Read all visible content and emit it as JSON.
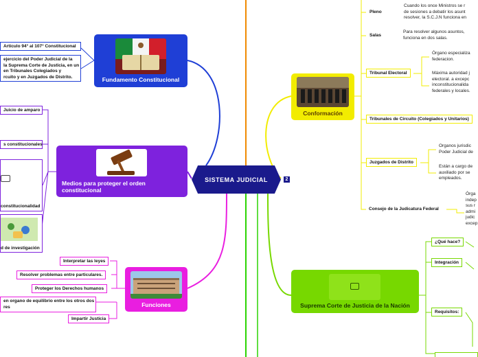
{
  "central": {
    "title": "SISTEMA JUDICIAL",
    "badge": "2"
  },
  "colors": {
    "central": "#1a1a8c",
    "blue": "#1f3fd6",
    "purple": "#7e22dd",
    "magenta": "#e91ee0",
    "yellow": "#f2ec00",
    "lime": "#77d800",
    "orange": "#f08a00",
    "green": "#2ad400"
  },
  "fundamento": {
    "title": "Fundamento Constitucional",
    "image_icon": "book-flag-image",
    "items": [
      "Artículo 94° al 107°  Constitucional",
      "ejercicio del Poder Judicial de la\nla Suprema Corte de Justicia, en un\nen Tribunales Colegiados y\nrcuito y en Juzgados de Distrito."
    ]
  },
  "medios": {
    "title": "Medios para proteger el orden constitucional",
    "image_icon": "gavel-image",
    "items": [
      "Juicio de amparo",
      "s constitucionales",
      "constitucionalidad",
      "d de investigación"
    ],
    "photo_icon": "camera-icon"
  },
  "funciones": {
    "title": "Funciones",
    "image_icon": "court-building-image",
    "items": [
      "Interpretar las leyes",
      "Resolver problemas entre particulares.",
      "Proteger los Derechos humanos",
      "en organo de equilibrio entre los otros dos\nres",
      "Impartir Justicia"
    ]
  },
  "conformacion": {
    "title": "Conformación",
    "image_icon": "ministers-photo",
    "pleno": {
      "label": "Pleno",
      "text": "Cuando los once Ministros se r\nde sesiones a debatir los asunt\nresolver, la S.C.J.N funciona en"
    },
    "salas": {
      "label": "Salas",
      "text": "Para resolver algunos asuntos,\nfunciona en dos salas."
    },
    "tribunal_electoral": {
      "label": "Tribunal Electoral",
      "texts": [
        "Órgano especializa\nfederacion.",
        "Máxima autoridad j\nelectoral. a excepc\ninconstitucionalida\nfederales y locales."
      ]
    },
    "tribunales_circuito": {
      "label": "Tribunales de Circuito (Colegiados y Unitarios)"
    },
    "juzgados": {
      "label": "Juzgados de Distrito",
      "texts": [
        "Organos jurisdic\nPoder Judicial de",
        "Están a cargo de\nauxiliado por se\nempleados."
      ]
    },
    "consejo": {
      "label": "Consejo de la Judicatura Federal",
      "text": "Órga\nindep\nsus r\nadmi\njudic\nexcep"
    }
  },
  "suprema": {
    "title": "Suprema Corte de Justicia de la Nación",
    "photo_icon": "camera-icon",
    "items": [
      "¿Qué hace?",
      "Integración",
      "Requisitos:"
    ]
  }
}
